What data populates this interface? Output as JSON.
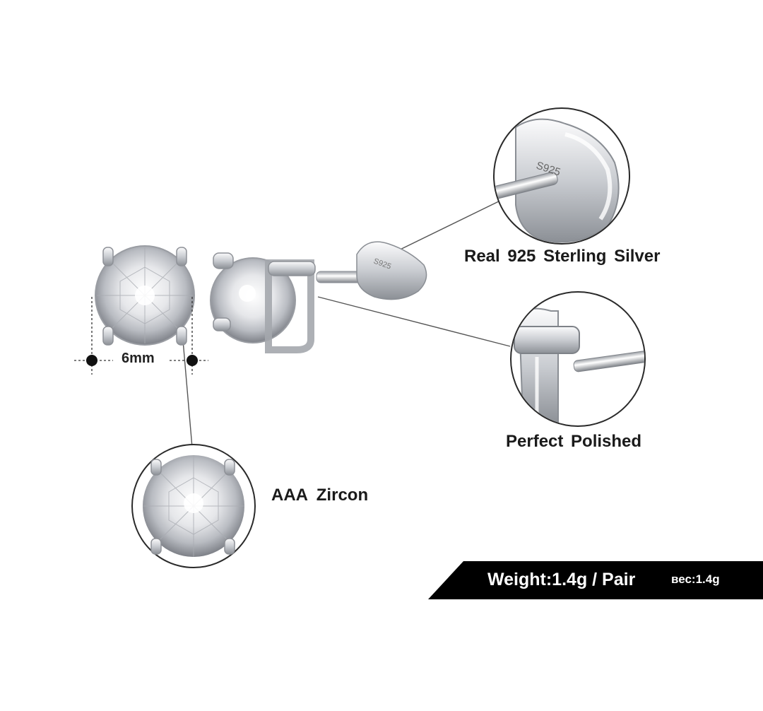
{
  "labels": {
    "size": "6mm",
    "silver": "Real 925  Sterling  Silver",
    "polished": "Perfect  Polished",
    "zircon": "AAA  Zircon",
    "stamp": "S925"
  },
  "banner": {
    "weight": "Weight:1.4g / Pair",
    "weight_ru": "вес:1.4g"
  },
  "colors": {
    "banner_bg": "#000000",
    "banner_text": "#ffffff",
    "label_text": "#1a1a1a",
    "silver_light": "#f4f4f6",
    "silver_dark": "#8a8d93",
    "leader_line": "#555555"
  },
  "icons": [
    "front-earring-image",
    "side-earring-image",
    "zircon-closeup-image",
    "stamp-closeup-image",
    "polish-closeup-image"
  ]
}
